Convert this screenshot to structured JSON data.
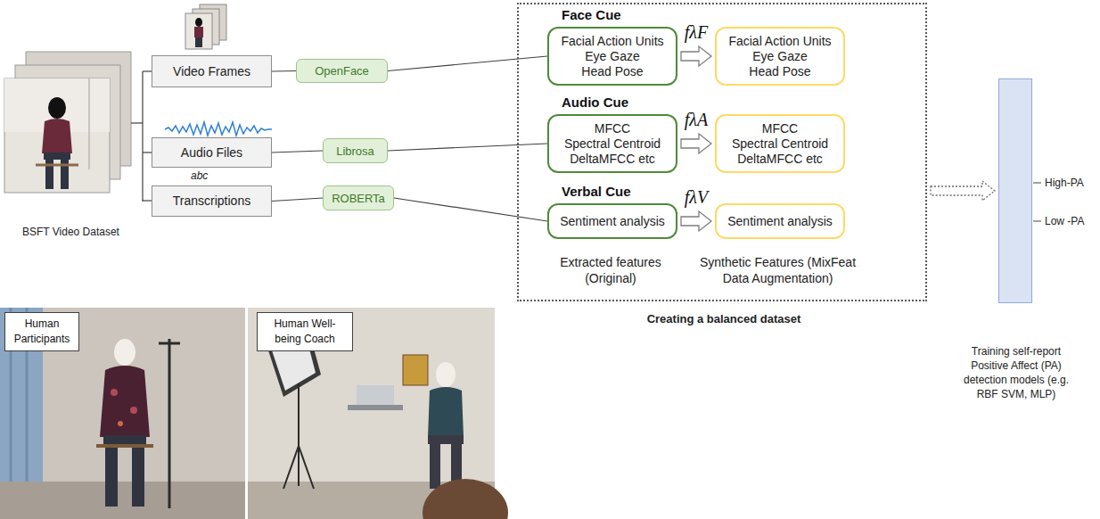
{
  "diagram": {
    "nodes": [
      {
        "text": [
          "Video Frames"
        ]
      },
      {
        "text": [
          "Audio Files"
        ]
      },
      {
        "text": [
          "Transcriptions"
        ]
      },
      {
        "text": [
          "OpenFace"
        ]
      },
      {
        "text": [
          "Librosa"
        ]
      },
      {
        "text": [
          "ROBERTa"
        ]
      },
      {
        "text": [
          "Creating a balanced dataset"
        ]
      },
      {
        "text": [
          "Face Cue",
          "Facial Action Units",
          "Eye Gaze",
          "Head Pose"
        ],
        "in": 6
      },
      {
        "text": [
          "Facial Action Units",
          "Eye Gaze",
          "Head Pose"
        ],
        "in": 6
      },
      {
        "text": [
          "Audio Cue",
          "MFCC",
          "Spectral Centroid",
          "DeltaMFCC etc"
        ],
        "in": 6
      },
      {
        "text": [
          "MFCC",
          "Spectral Centroid",
          "DeltaMFCC etc"
        ],
        "in": 6
      },
      {
        "text": [
          "Verbal Cue",
          "Sentiment analysis"
        ],
        "in": 6
      },
      {
        "text": [
          "Sentiment analysis"
        ],
        "in": 6
      },
      {
        "text": [
          "Training self-report Positive Affect (PA) detection models (e.g. RBF SVM, MLP)"
        ]
      },
      {
        "text": [
          "Human Participants"
        ]
      },
      {
        "text": [
          "Human Well-being Coach"
        ]
      }
    ],
    "edges": [
      {
        "from": 0,
        "to": 3,
        "arrow": "none"
      },
      {
        "from": 1,
        "to": 4,
        "arrow": "none"
      },
      {
        "from": 2,
        "to": 5,
        "arrow": "none"
      },
      {
        "from": 3,
        "to": 7,
        "arrow": "none"
      },
      {
        "from": 4,
        "to": 9,
        "arrow": "none"
      },
      {
        "from": 5,
        "to": 11,
        "arrow": "none"
      },
      {
        "from": 7,
        "to": 8,
        "label": "fλF",
        "arrow": "to"
      },
      {
        "from": 9,
        "to": 10,
        "label": "fλA",
        "arrow": "to"
      },
      {
        "from": 11,
        "to": 12,
        "label": "fλV",
        "arrow": "to"
      },
      {
        "from": 6,
        "to": 13,
        "arrow": "to"
      }
    ],
    "labels": [
      "BSFT Video Dataset",
      "abc",
      "Extracted features (Original)",
      "Synthetic Features (MixFeat Data Augmentation)",
      "High-PA",
      "Low -PA"
    ]
  }
}
